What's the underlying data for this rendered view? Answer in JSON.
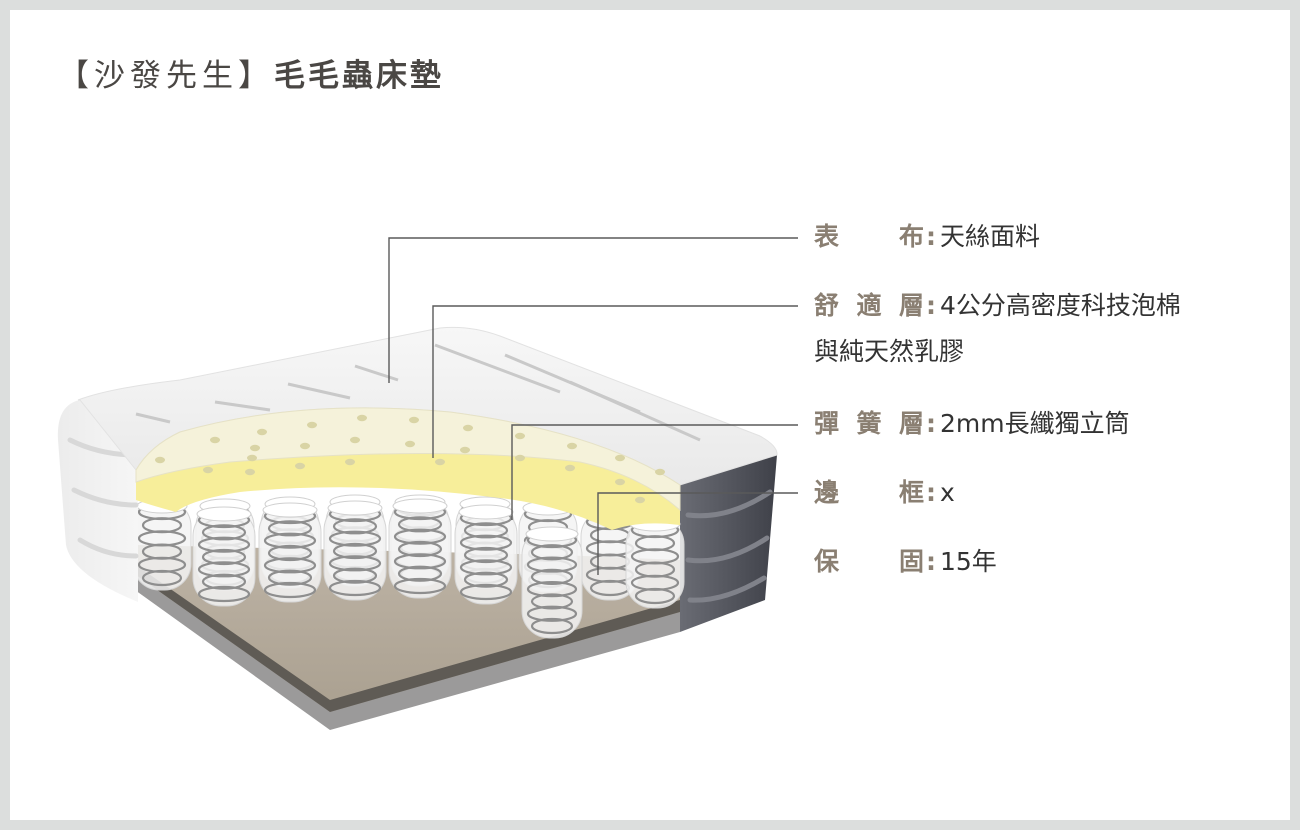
{
  "header": {
    "brand": "【沙發先生】",
    "product": "毛毛蟲床墊"
  },
  "specs": [
    {
      "label": "表布",
      "value": "天絲面料"
    },
    {
      "label": "舒適層",
      "value": "4公分高密度科技泡棉",
      "value_line2": "與純天然乳膠"
    },
    {
      "label": "彈簧層",
      "value": "2mm長纖獨立筒"
    },
    {
      "label": "邊框",
      "value": "x"
    },
    {
      "label": "保固",
      "value": "15年"
    }
  ],
  "colors": {
    "label": "#8a7f72",
    "leader_line": "#5a5a5a",
    "latex": "#f5f2da",
    "foam_yellow": "#f7ee9a",
    "base_brown": "#b5aa9b",
    "side_gray": "#4e5059"
  }
}
